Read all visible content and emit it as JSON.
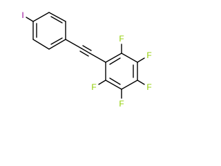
{
  "molecule": {
    "atoms": {
      "iodine": {
        "symbol": "I",
        "color": "#940094"
      },
      "fluorines": [
        {
          "id": "f-top",
          "symbol": "F"
        },
        {
          "id": "f-upper-right",
          "symbol": "F"
        },
        {
          "id": "f-lower-right",
          "symbol": "F"
        },
        {
          "id": "f-bottom",
          "symbol": "F"
        },
        {
          "id": "f-left",
          "symbol": "F"
        }
      ],
      "fluorine_color": "#8fce00"
    }
  }
}
